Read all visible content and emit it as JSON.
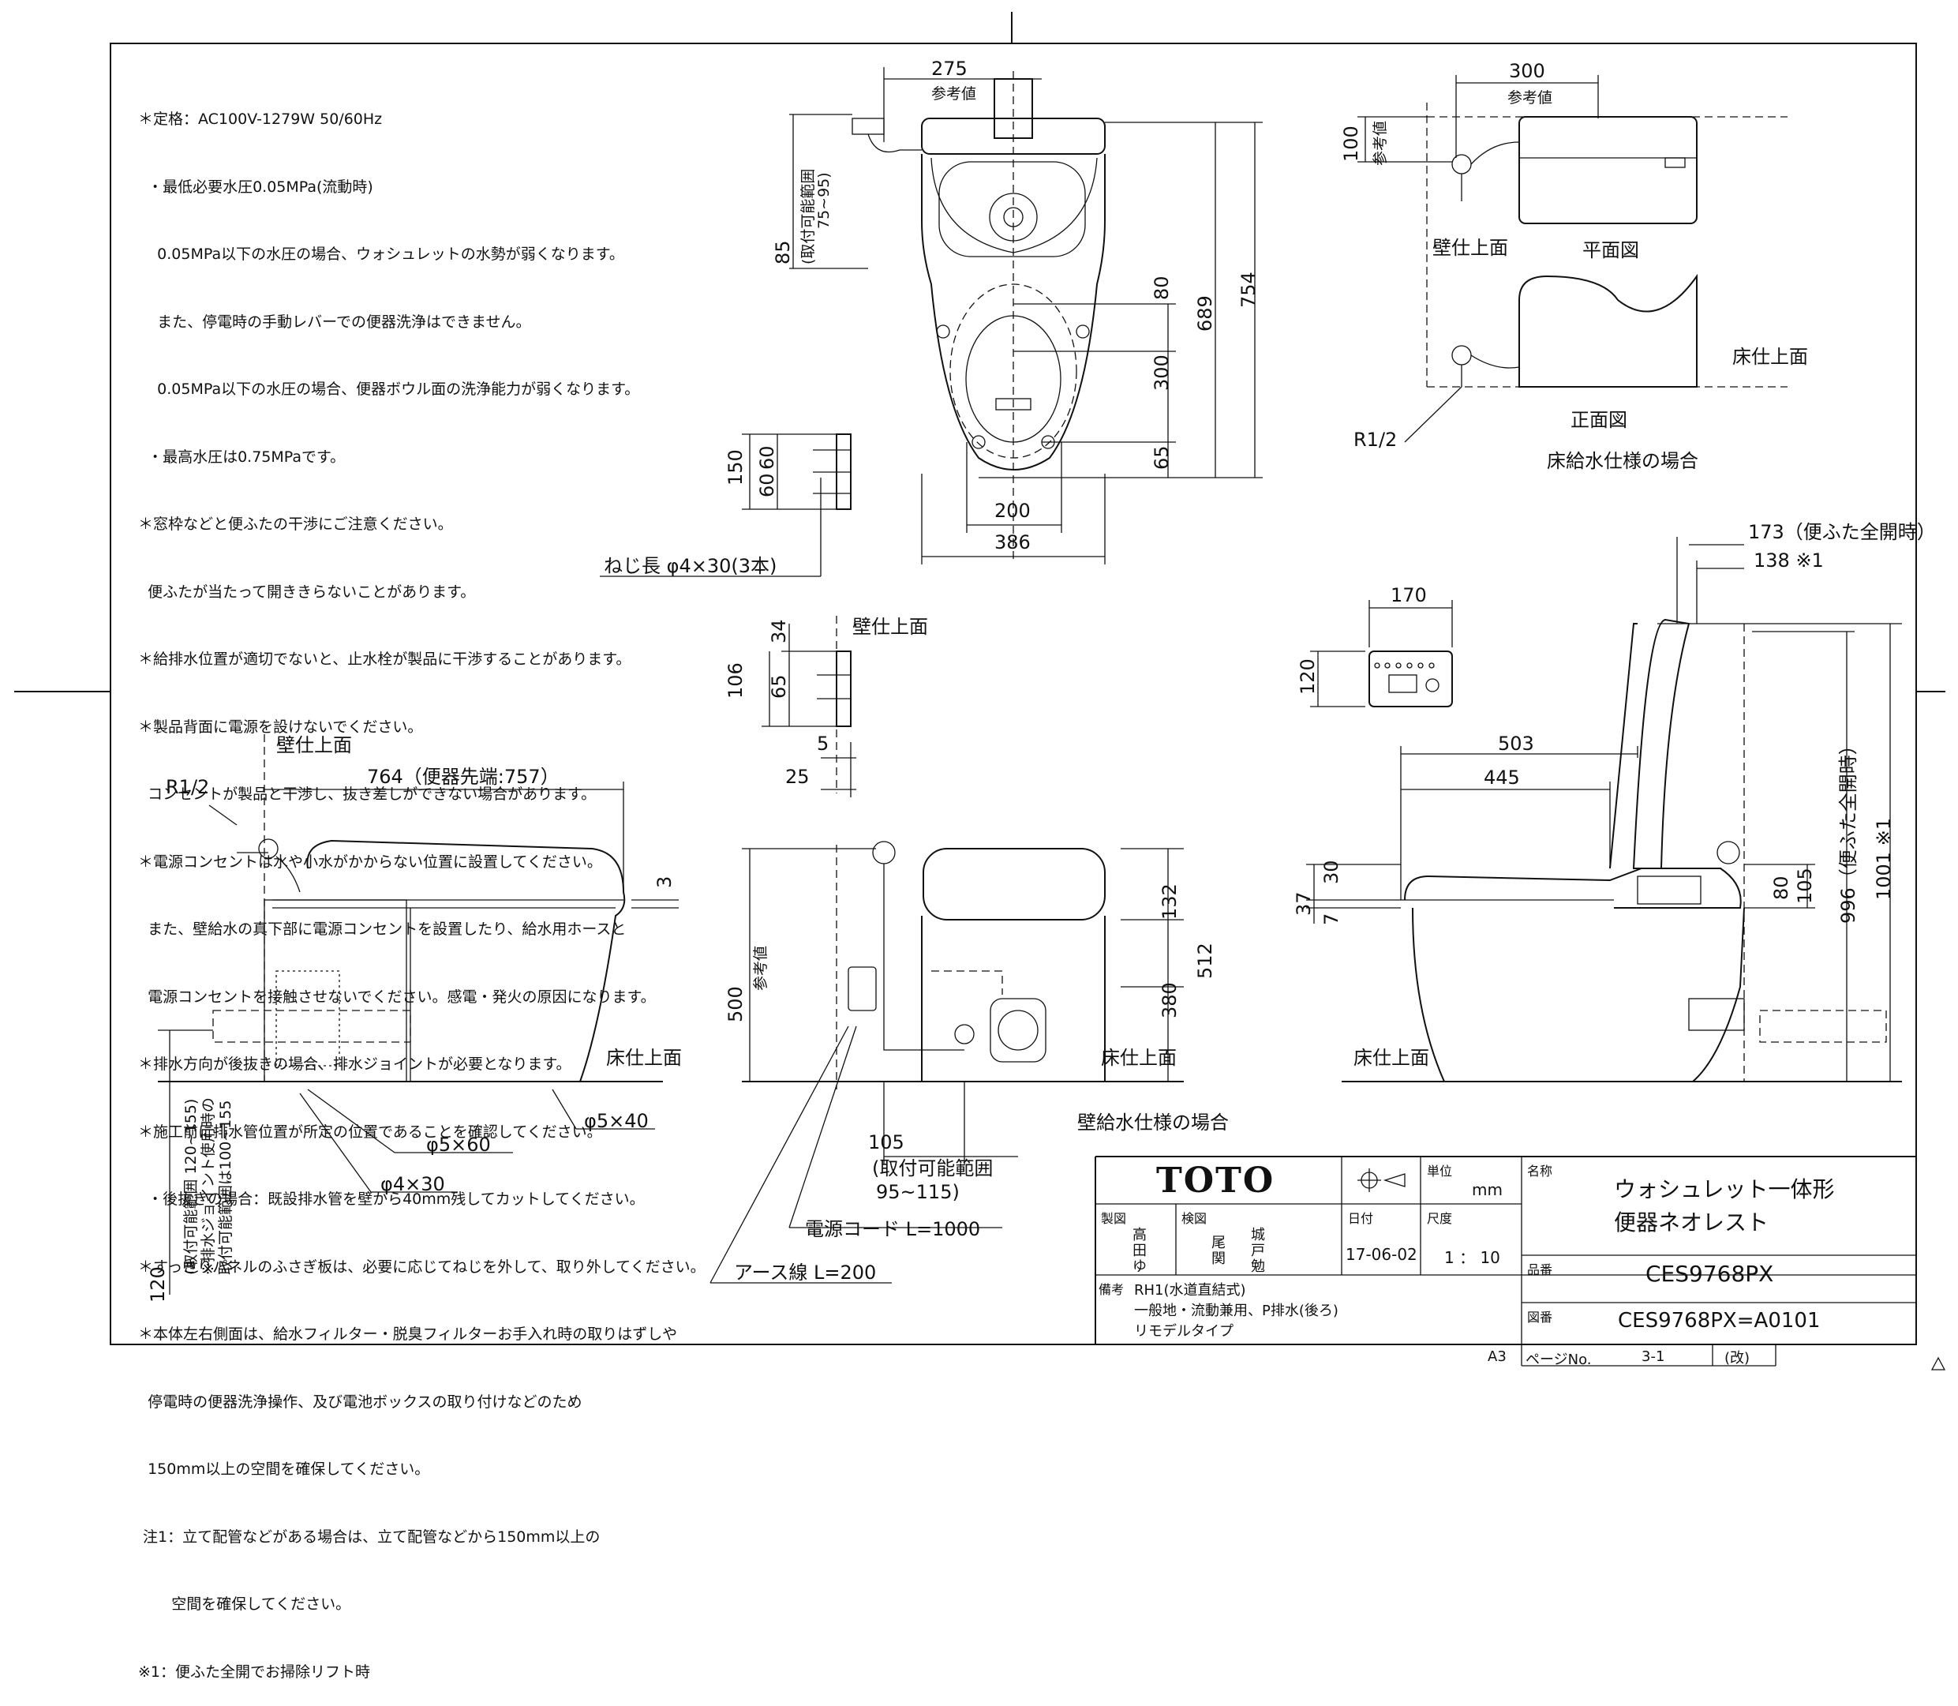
{
  "notes": [
    "＊定格：AC100V-1279W 50/60Hz",
    "  ・最低必要水圧0.05MPa(流動時)",
    "    0.05MPa以下の水圧の場合、ウォシュレットの水勢が弱くなります。",
    "    また、停電時の手動レバーでの便器洗浄はできません。",
    "    0.05MPa以下の水圧の場合、便器ボウル面の洗浄能力が弱くなります。",
    "  ・最高水圧は0.75MPaです。",
    "＊窓枠などと便ふたの干渉にご注意ください。",
    "  便ふたが当たって開ききらないことがあります。",
    "＊給排水位置が適切でないと、止水栓が製品に干渉することがあります。",
    "＊製品背面に電源を設けないでください。",
    "  コンセントが製品と干渉し、抜き差しができない場合があります。",
    "＊電源コンセントは水や小水がかからない位置に設置してください。",
    "  また、壁給水の真下部に電源コンセントを設置したり、給水用ホースと",
    "  電源コンセントを接触させないでください。感電・発火の原因になります。",
    "＊排水方向が後抜きの場合、排水ジョイントが必要となります。",
    "＊施工前に排水管位置が所定の位置であることを確認してください。",
    "  ・後抜きの場合：既設排水管を壁から40mm残してカットしてください。",
    "＊すっきりパネルのふさぎ板は、必要に応じてねじを外して、取り外してください。",
    "＊本体左右側面は、給水フィルター・脱臭フィルターお手入れ時の取りはずしや",
    "  停電時の便器洗浄操作、及び電池ボックスの取り付けなどのため",
    "  150mm以上の空間を確保してください。",
    " 注1：立て配管などがある場合は、立て配管などから150mm以上の",
    "       空間を確保してください。",
    "※1：便ふた全開でお掃除リフト時"
  ],
  "top_view": {
    "dims": [
      "275",
      "参考値",
      "85",
      "(取付可能範囲",
      "75~95)",
      "80",
      "689",
      "754",
      "300",
      "65",
      "200",
      "386"
    ]
  },
  "bracket": {
    "dims": [
      "150",
      "60",
      "60"
    ],
    "screw_label": "ねじ長  φ4×30(3本)"
  },
  "floor_supply": {
    "dims": [
      "300",
      "参考値",
      "100",
      "参考値"
    ],
    "wall_label": "壁仕上面",
    "plan_label": "平面図",
    "front_label": "正面図",
    "floor_label": "床仕上面",
    "pipe_label": "R1/2",
    "caption": "床給水仕様の場合"
  },
  "side_view": {
    "wall_label": "壁仕上面",
    "pipe_label": "R1/2",
    "length": "764（便器先端:757）",
    "gap": "3",
    "floor_label": "床仕上面",
    "screw1": "φ5×60",
    "screw2": "φ4×30",
    "screw3": "φ5×40",
    "range_text": "(取付可能範囲  120~155)",
    "joint_text": "※排水ジョイント使用時の",
    "joint_text2": "取付可能範囲は100~155",
    "value_120": "120"
  },
  "wall_bracket": {
    "wall_label": "壁仕上面",
    "dims": [
      "34",
      "106",
      "65",
      "5",
      "25"
    ]
  },
  "front_view": {
    "dims": [
      "132",
      "512",
      "380",
      "500",
      "参考値"
    ],
    "floor_label": "床仕上面",
    "caption": "壁給水仕様の場合",
    "dim_105": "105",
    "range1": "(取付可能範囲",
    "range2": "95~115)",
    "cord": "電源コード  L=1000",
    "earth": "アース線  L=200"
  },
  "remote": {
    "dims": [
      "170",
      "120"
    ]
  },
  "lid_view": {
    "dims": [
      "173（便ふた全開時）",
      "138 ※1",
      "503",
      "445",
      "30",
      "37",
      "7",
      "80",
      "105",
      "996（便ふた全開時）",
      "1001 ※1"
    ],
    "floor_label": "床仕上面"
  },
  "title_block": {
    "brand": "TOTO",
    "unit_label": "単位",
    "unit": "mm",
    "name_label": "名称",
    "name_line1": "ウォシュレット一体形",
    "name_line2": "便器ネオレスト",
    "drawn_label": "製図",
    "drawn_by": [
      "高",
      "田",
      "ゆ"
    ],
    "checked_label": "検図",
    "checked_by": [
      "尾",
      "関",
      "城",
      "戸",
      "勉"
    ],
    "date_label": "日付",
    "date": "17-06-02",
    "scale_label": "尺度",
    "scale": "1 ： 10",
    "part_label": "品番",
    "part_no": "CES9768PX",
    "remarks_label": "備考",
    "remarks": [
      "RH1(水道直結式)",
      "一般地・流動兼用、P排水(後ろ)",
      "リモデルタイプ"
    ],
    "drawing_label": "図番",
    "drawing_no": "CES9768PX=A0101",
    "sheet_size": "A3",
    "page_label": "ページNo.",
    "page": "3-1",
    "revision_label": "(改)"
  }
}
